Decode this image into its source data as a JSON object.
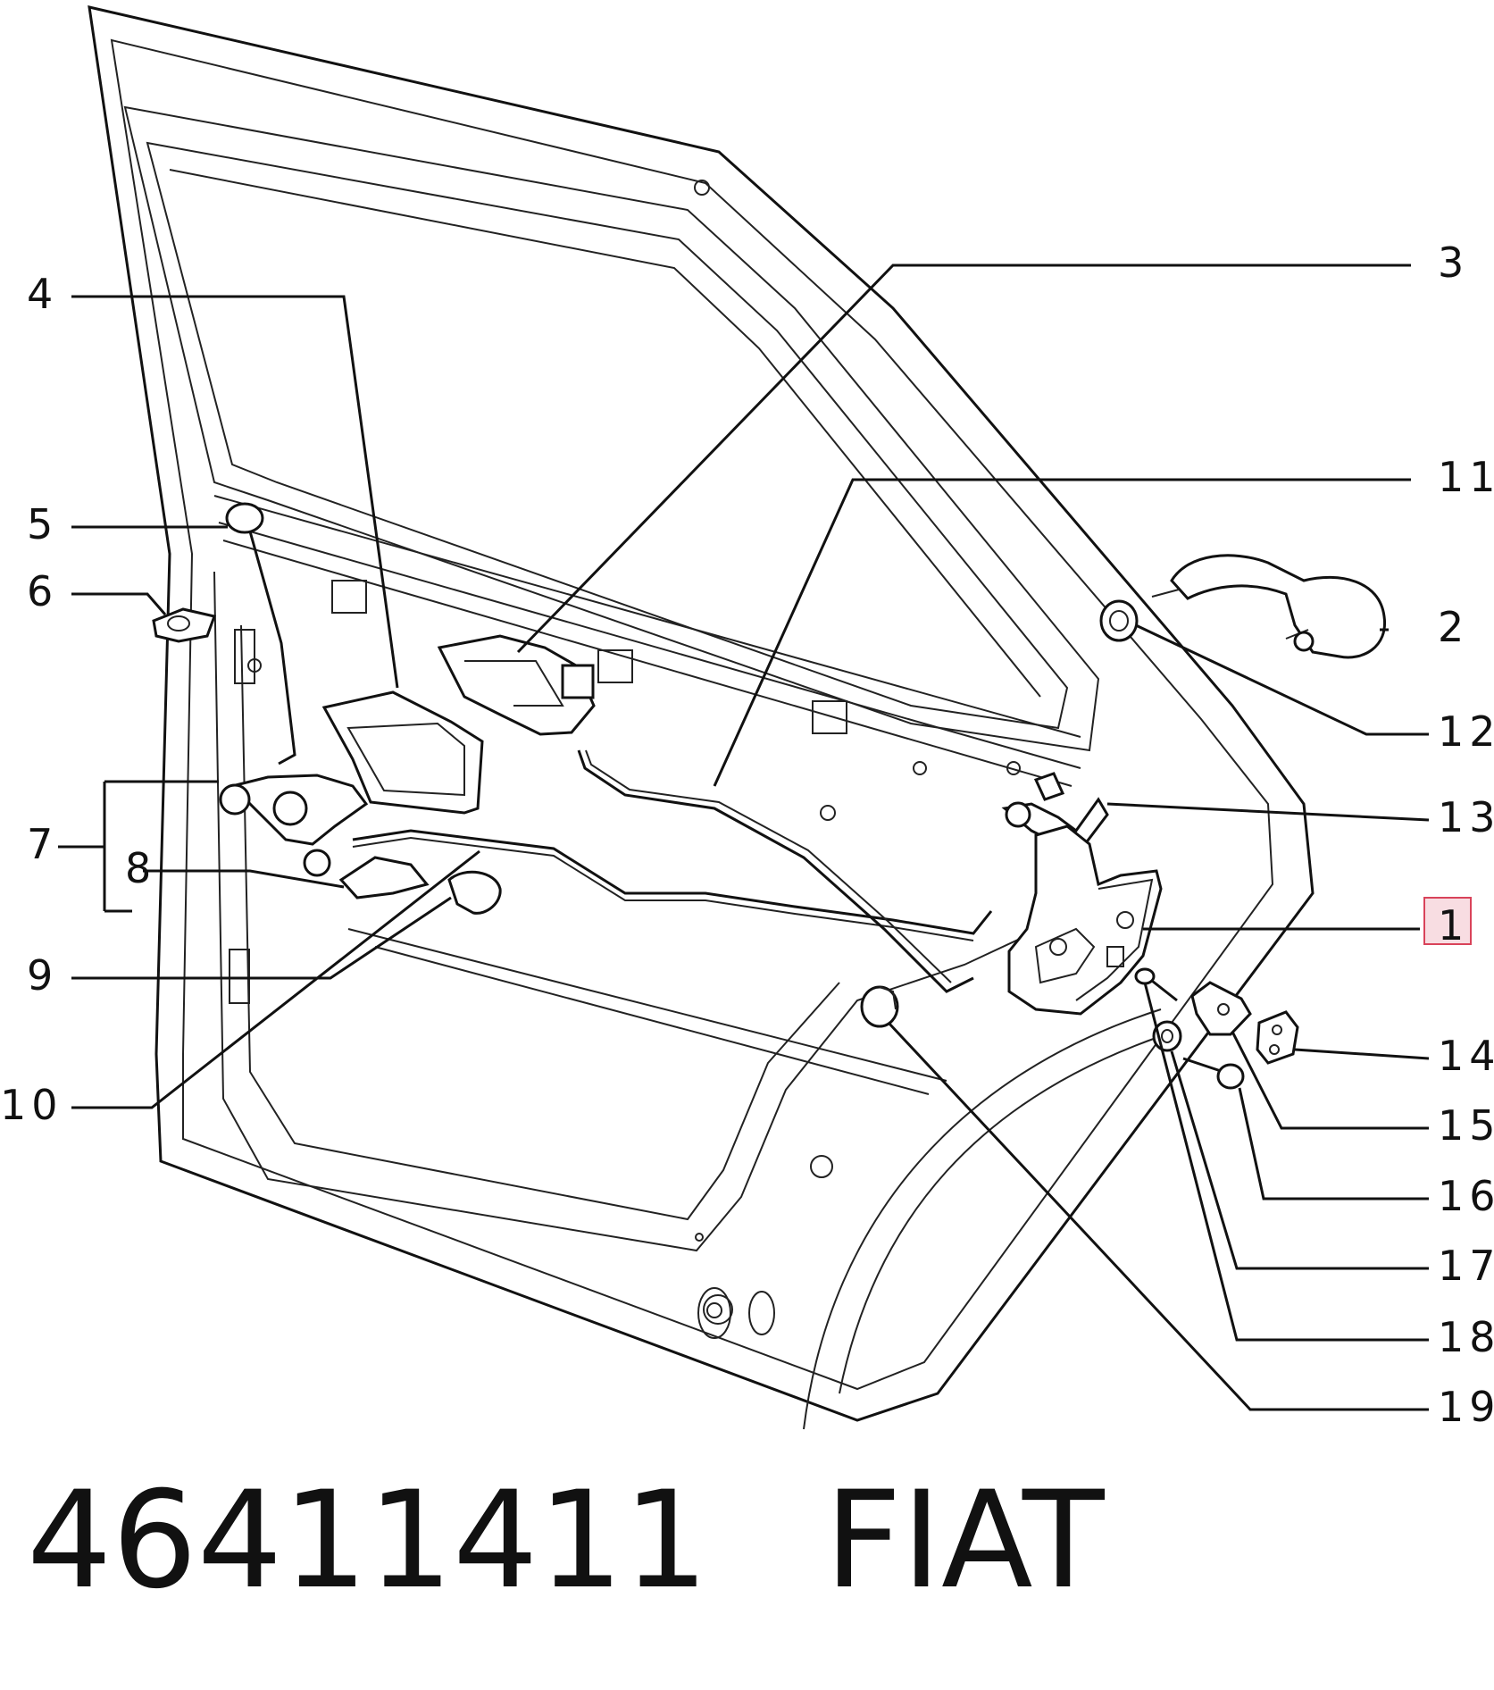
{
  "part_number": "46411411",
  "brand": "FIAT",
  "callouts": [
    "1",
    "2",
    "3",
    "4",
    "5",
    "6",
    "7",
    "8",
    "9",
    "10",
    "11",
    "12",
    "13",
    "14",
    "15",
    "16",
    "17",
    "18",
    "19"
  ],
  "highlighted_callout": "1",
  "highlight_color": "#d9435a"
}
